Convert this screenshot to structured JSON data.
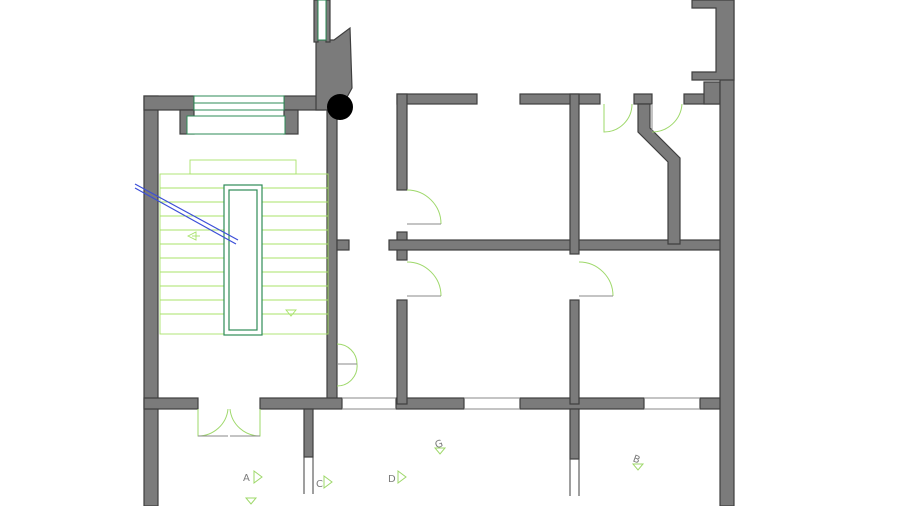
{
  "plan": {
    "room_labels": [
      {
        "id": "a",
        "text": "A"
      },
      {
        "id": "c",
        "text": "C"
      },
      {
        "id": "d",
        "text": "D"
      },
      {
        "id": "g",
        "text": "G"
      },
      {
        "id": "b",
        "text": "B"
      }
    ]
  },
  "colors": {
    "wall_fill": "#7b7b7b",
    "wall_stroke": "#3f3f3f",
    "door_swing": "#9ed86a",
    "window": "#2e8b57",
    "stair": "#a8e36a",
    "section_line": "#3b4ed8",
    "marker": "#000000"
  }
}
